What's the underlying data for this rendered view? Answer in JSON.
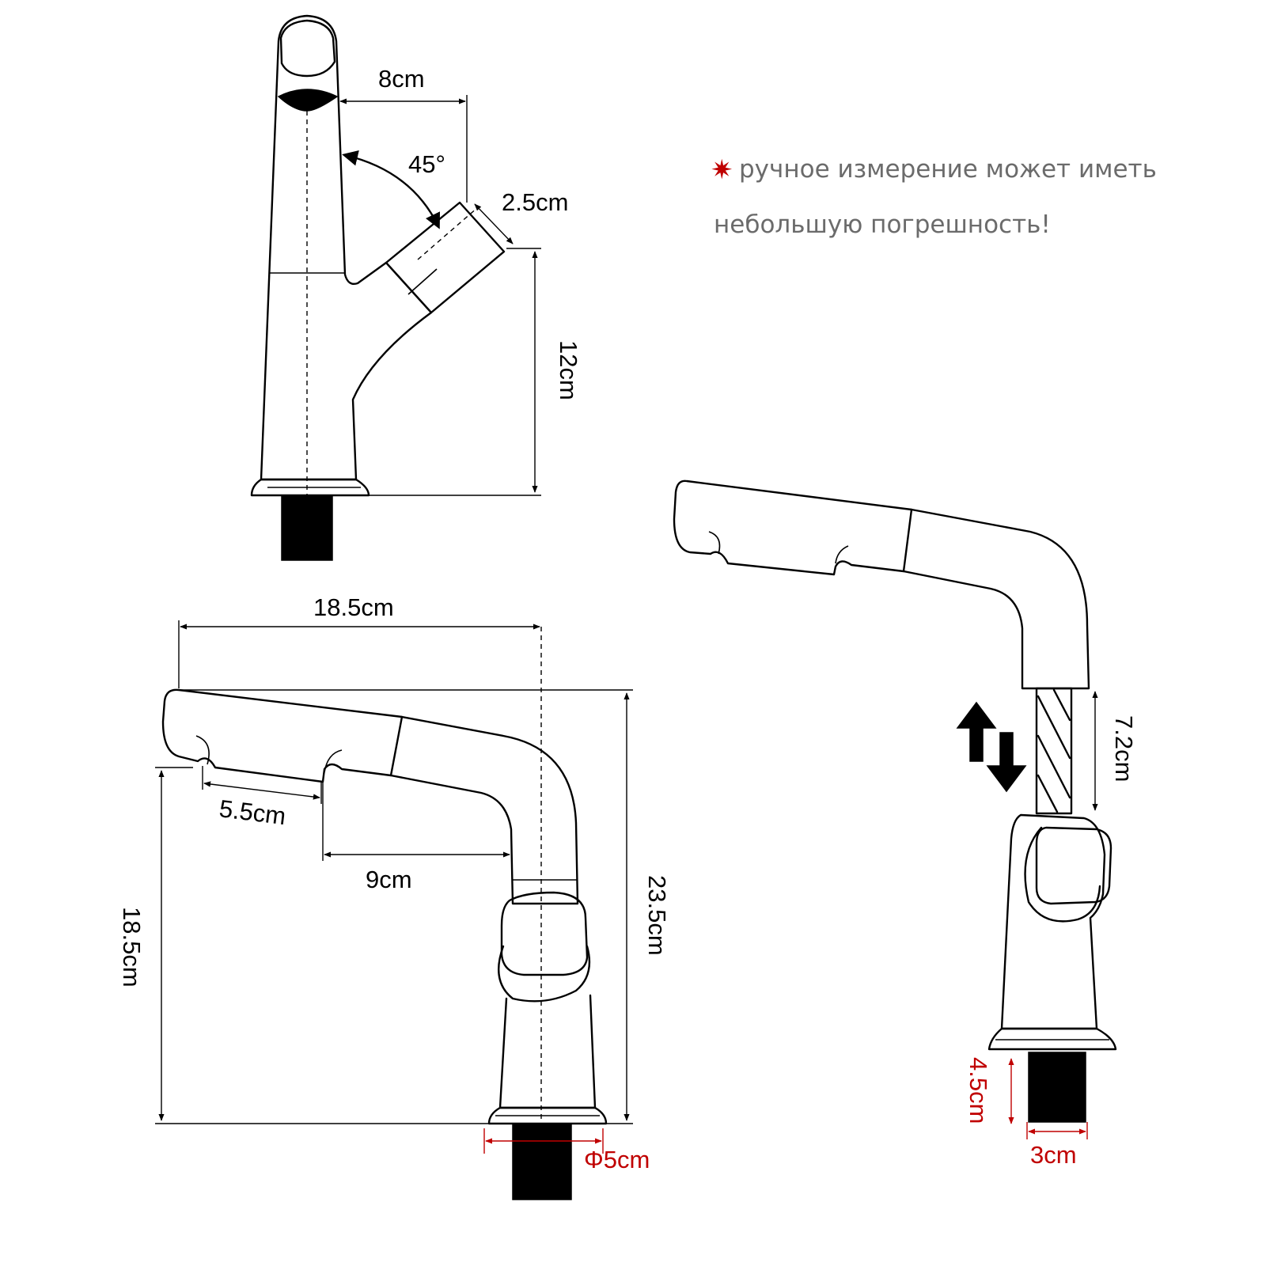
{
  "dimensions": {
    "top_spout_reach": "8cm",
    "spout_angle": "45°",
    "spray_head_width": "2.5cm",
    "top_height": "12cm",
    "total_reach": "18.5cm",
    "head_length": "5.5cm",
    "neck_offset": "9cm",
    "total_height": "23.5cm",
    "spout_height": "18.5cm",
    "base_diameter": "Φ5cm",
    "hose_pull_length": "7.2cm",
    "shank_length": "4.5cm",
    "shank_width": "3cm"
  },
  "note": {
    "line1": "ручное измерение может иметь",
    "line2": "небольшую погрешность!",
    "marker": "✷"
  },
  "colors": {
    "line": "#000000",
    "accent": "#c00000",
    "note_text": "#6b6b6b"
  },
  "icons": {
    "pull_arrows": "up-down-arrows-icon",
    "note_marker": "red-star-icon"
  }
}
